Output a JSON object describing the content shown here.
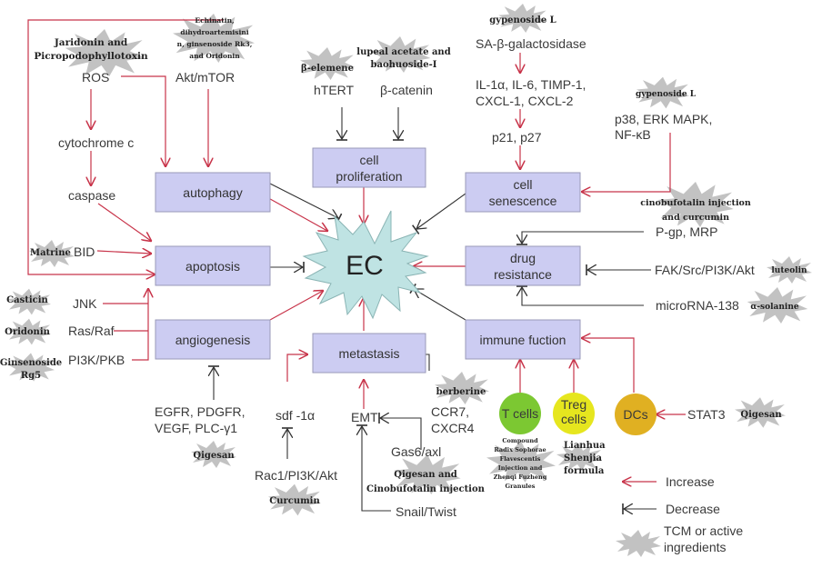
{
  "center": {
    "label": "EC"
  },
  "processes": {
    "autophagy": "autophagy",
    "apoptosis": "apoptosis",
    "angiogenesis": "angiogenesis",
    "proliferation": [
      "cell",
      "proliferation"
    ],
    "metastasis": "metastasis",
    "senescence": [
      "cell",
      "senescence"
    ],
    "drug_resistance": [
      "drug",
      "resistance"
    ],
    "immune": "immune fuction"
  },
  "molecules": {
    "ros": "ROS",
    "akt_mtor": "Akt/mTOR",
    "cytochrome": "cytochrome c",
    "caspase": "caspase",
    "bid": "BID",
    "jnk": "JNK",
    "ras_raf": "Ras/Raf",
    "pi3k_pkb": "PI3K/PKB",
    "htert": "hTERT",
    "bcatenin": "β-catenin",
    "sa_gal": "SA-β-galactosidase",
    "il_line1": "IL-1α, IL-6, TIMP-1,",
    "il_line2": "CXCL-1, CXCL-2",
    "p21": "p21, p27",
    "p38_line1": "p38, ERK MAPK,",
    "p38_line2": "NF-κB",
    "pgp": "P-gp, MRP",
    "fak": "FAK/Src/PI3K/Akt",
    "mirna": "microRNA-138",
    "egfr_line1": "EGFR, PDGFR,",
    "egfr_line2": "VEGF, PLC-γ1",
    "sdf": "sdf -1α",
    "rac1": "Rac1/PI3K/Akt",
    "emt": "EMT",
    "ccr7_line1": "CCR7,",
    "ccr7_line2": "CXCR4",
    "gas6": "Gas6/axl",
    "snail": "Snail/Twist",
    "stat3": "STAT3"
  },
  "cells": {
    "tcells": "T cells",
    "treg_line1": "Treg",
    "treg_line2": "cells",
    "dcs": "DCs",
    "colors": {
      "tcells": "#7cc832",
      "treg": "#e6e61e",
      "dcs": "#e0b022"
    }
  },
  "tcm": {
    "jaridonin": [
      "Jaridonin and",
      "Picropodophyllotoxin"
    ],
    "echinatin": [
      "Echinatin,",
      "dihydroartemisini",
      "n, ginsenoside Rk3,",
      "and Oridonin"
    ],
    "matrine": "Matrine",
    "casticin": "Casticin",
    "oridonin": "Oridonin",
    "ginsenoside": [
      "Ginsenoside",
      "Rg5"
    ],
    "belemene": "β-elemene",
    "lupeal": [
      "lupeal acetate and",
      "baohuoside-I"
    ],
    "gypenoside_top": "gypenoside L",
    "gypenoside_right": "gypenoside L",
    "cinobufotalin": [
      "cinobufotalin injection",
      "and curcumin"
    ],
    "luteolin": "luteolin",
    "solanine": "α-solanine",
    "qigesan_egfr": "Qigesan",
    "curcumin": "Curcumin",
    "berberine": "berberine",
    "qigesan_cino": [
      "Qigesan and",
      "Cinobufotalin injection"
    ],
    "compound": [
      "Compound",
      "Radix Sophorae",
      "Flavescentis",
      "Injection and",
      "Zhenqi Fuzheng",
      "Granules"
    ],
    "lianhua": [
      "Lianhua",
      "Shenjia",
      "formula"
    ],
    "qigesan_stat3": "Qigesan"
  },
  "legend": {
    "increase": "Increase",
    "decrease": "Decrease",
    "tcm_line1": "TCM or active",
    "tcm_line2": "ingredients"
  },
  "colors": {
    "increase": "#c8344a",
    "decrease": "#333333",
    "process_box": "#ccccf2",
    "center_fill": "#bfe3e3"
  }
}
